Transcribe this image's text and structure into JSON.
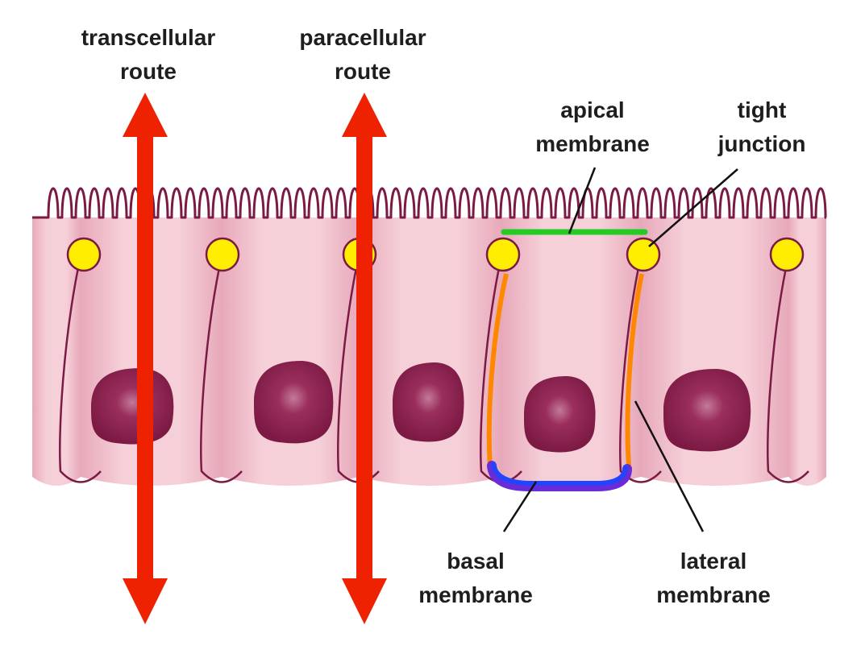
{
  "labels": {
    "transcellular": {
      "line1": "transcellular",
      "line2": "route"
    },
    "paracellular": {
      "line1": "paracellular",
      "line2": "route"
    },
    "apical": {
      "line1": "apical",
      "line2": "membrane"
    },
    "tight_junction": {
      "line1": "tight",
      "line2": "junction"
    },
    "basal": {
      "line1": "basal",
      "line2": "membrane"
    },
    "lateral": {
      "line1": "lateral",
      "line2": "membrane"
    }
  },
  "colors": {
    "cell_fill": "#f2c0cc",
    "cell_outline": "#7a1a45",
    "nucleus": "#8a1f4a",
    "tight_junction": "#ffee00",
    "arrow": "#ee2200",
    "apical_highlight": "#22cc22",
    "lateral_highlight": "#ff8800",
    "basal_highlight": "#2244ff"
  }
}
